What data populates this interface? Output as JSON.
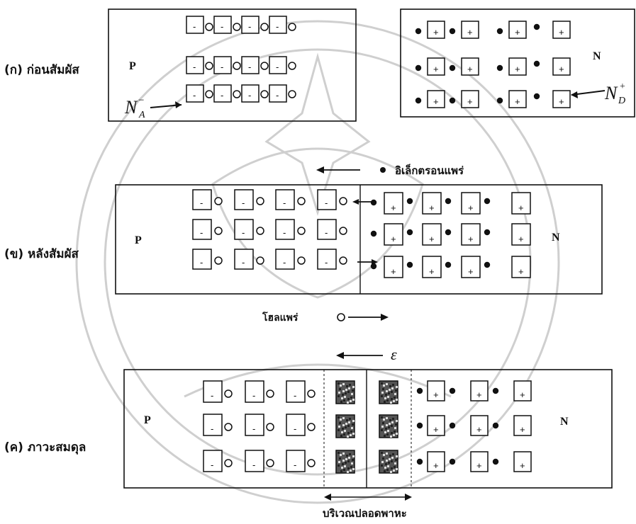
{
  "panels": {
    "a_label": "(ก) ก่อนสัมผัส",
    "b_label": "(ข) หลังสัมผัส",
    "c_label": "(ค) ภาวะสมดุล"
  },
  "regions": {
    "p": "P",
    "n": "N"
  },
  "symbols": {
    "acceptor": "N",
    "acceptor_sup": "−",
    "acceptor_sub": "A",
    "donor": "N",
    "donor_sup": "+",
    "donor_sub": "D",
    "field": "ε"
  },
  "carrier_signs": {
    "acceptor_ion": "-",
    "donor_ion": "+"
  },
  "annotations": {
    "free_electrons": "อิเล็กตรอนแพร่",
    "free_holes": "โฮลแพร่",
    "depletion_region": "บริเวณปลอดพาหะ"
  },
  "watermark": {
    "color": "#cfcfcf"
  }
}
